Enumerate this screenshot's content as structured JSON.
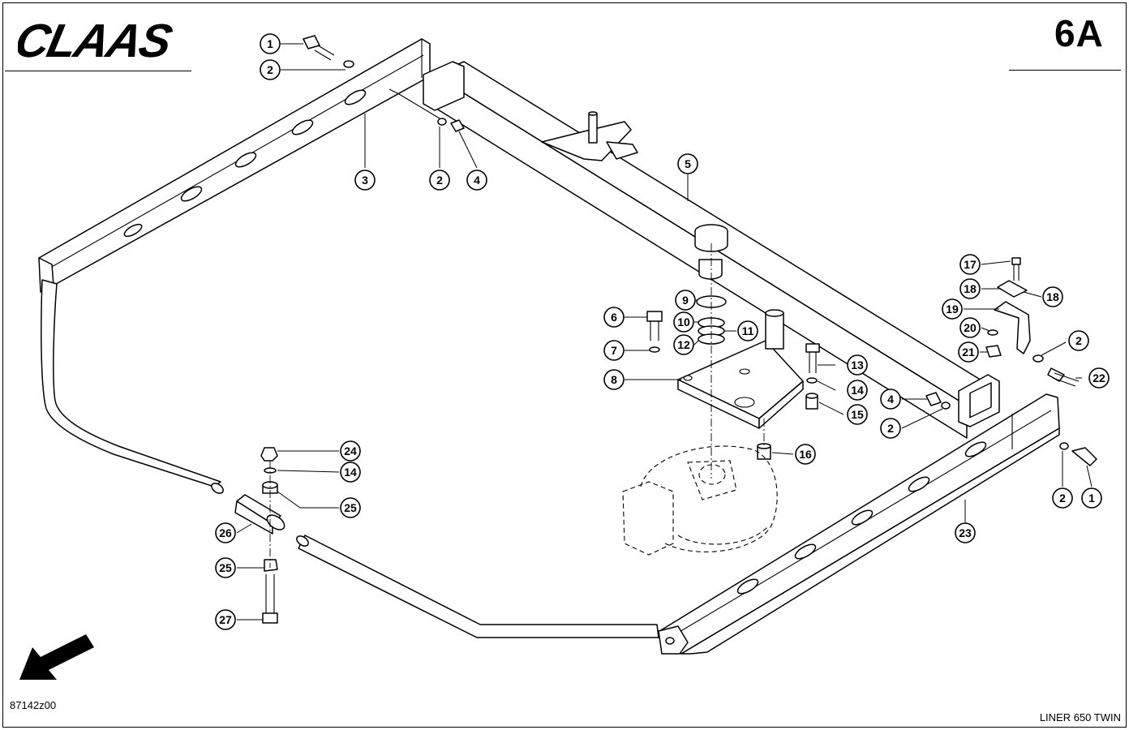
{
  "header": {
    "brand": "CLAAS",
    "page_code": "6A"
  },
  "footer": {
    "drawing_number": "87142z00",
    "model": "LINER 650 TWIN"
  },
  "callouts": [
    "1",
    "2",
    "2",
    "4",
    "3",
    "5",
    "9",
    "10",
    "11",
    "12",
    "6",
    "7",
    "8",
    "13",
    "14",
    "15",
    "16",
    "17",
    "18",
    "18",
    "19",
    "20",
    "21",
    "2",
    "22",
    "4",
    "2",
    "2",
    "1",
    "23",
    "24",
    "14",
    "25",
    "26",
    "25",
    "27"
  ],
  "colors": {
    "ink": "#000000",
    "paper": "#ffffff"
  },
  "icons": {
    "orientation_arrow": "arrow-down-left-icon"
  }
}
